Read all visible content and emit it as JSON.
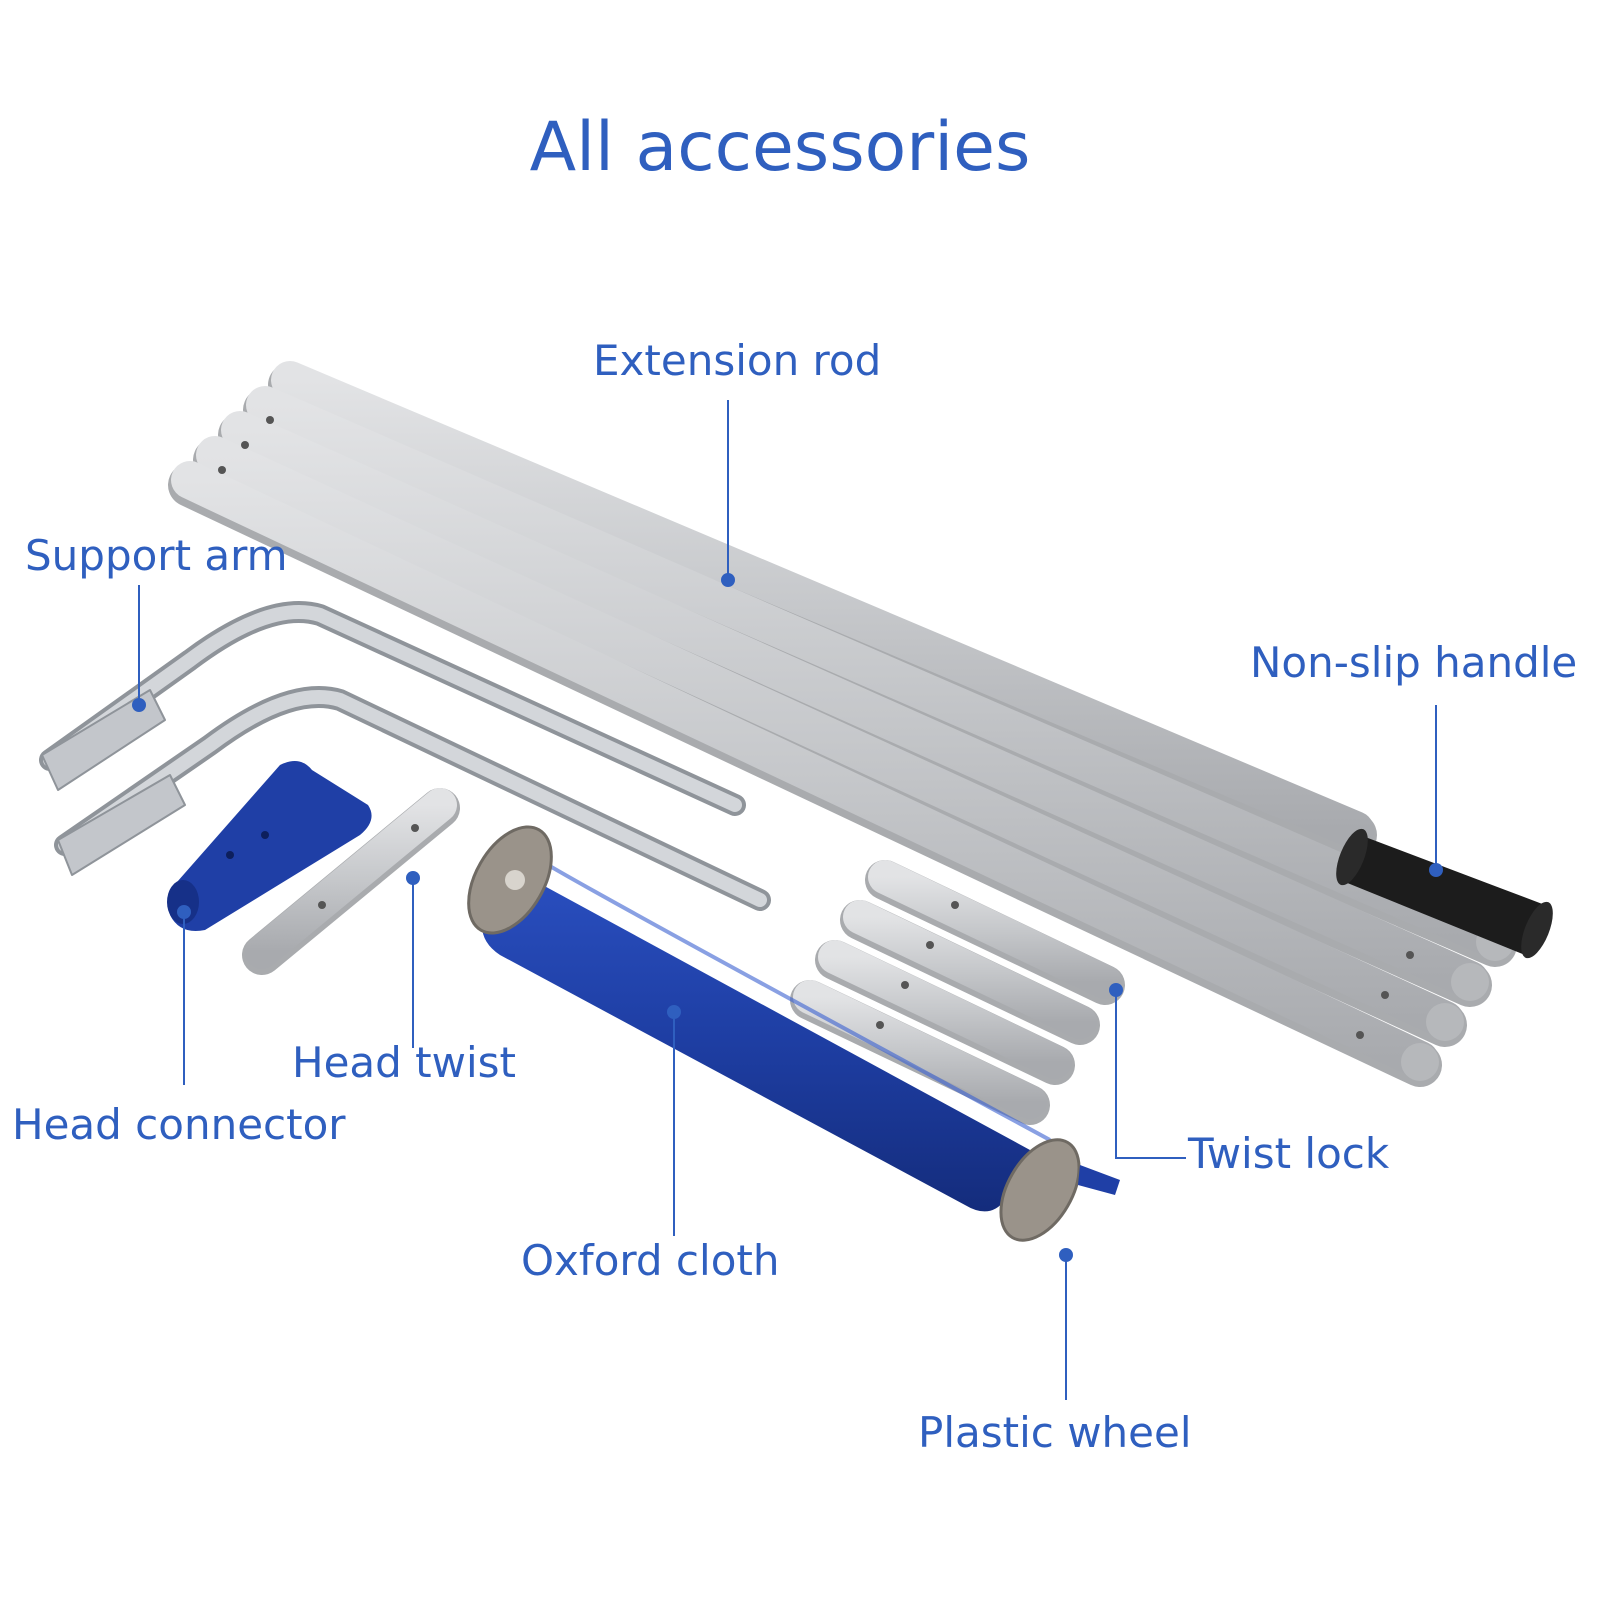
{
  "title": "All accessories",
  "colors": {
    "accent": "#2f5fbf",
    "rod": "#c9cacc",
    "rod_shadow": "#a9abae",
    "steel": "#b8bcc2",
    "blue_part": "#1f3fa6",
    "grip": "#1c1c1c",
    "wheel": "#9a938a"
  },
  "labels": {
    "extension_rod": "Extension rod",
    "support_arm": "Support arm",
    "non_slip_handle": "Non-slip handle",
    "head_twist": "Head twist",
    "head_connector": "Head connector",
    "twist_lock": "Twist lock",
    "oxford_cloth": "Oxford cloth",
    "plastic_wheel": "Plastic wheel"
  },
  "icons": {
    "callout_dot": "filled-circle"
  }
}
